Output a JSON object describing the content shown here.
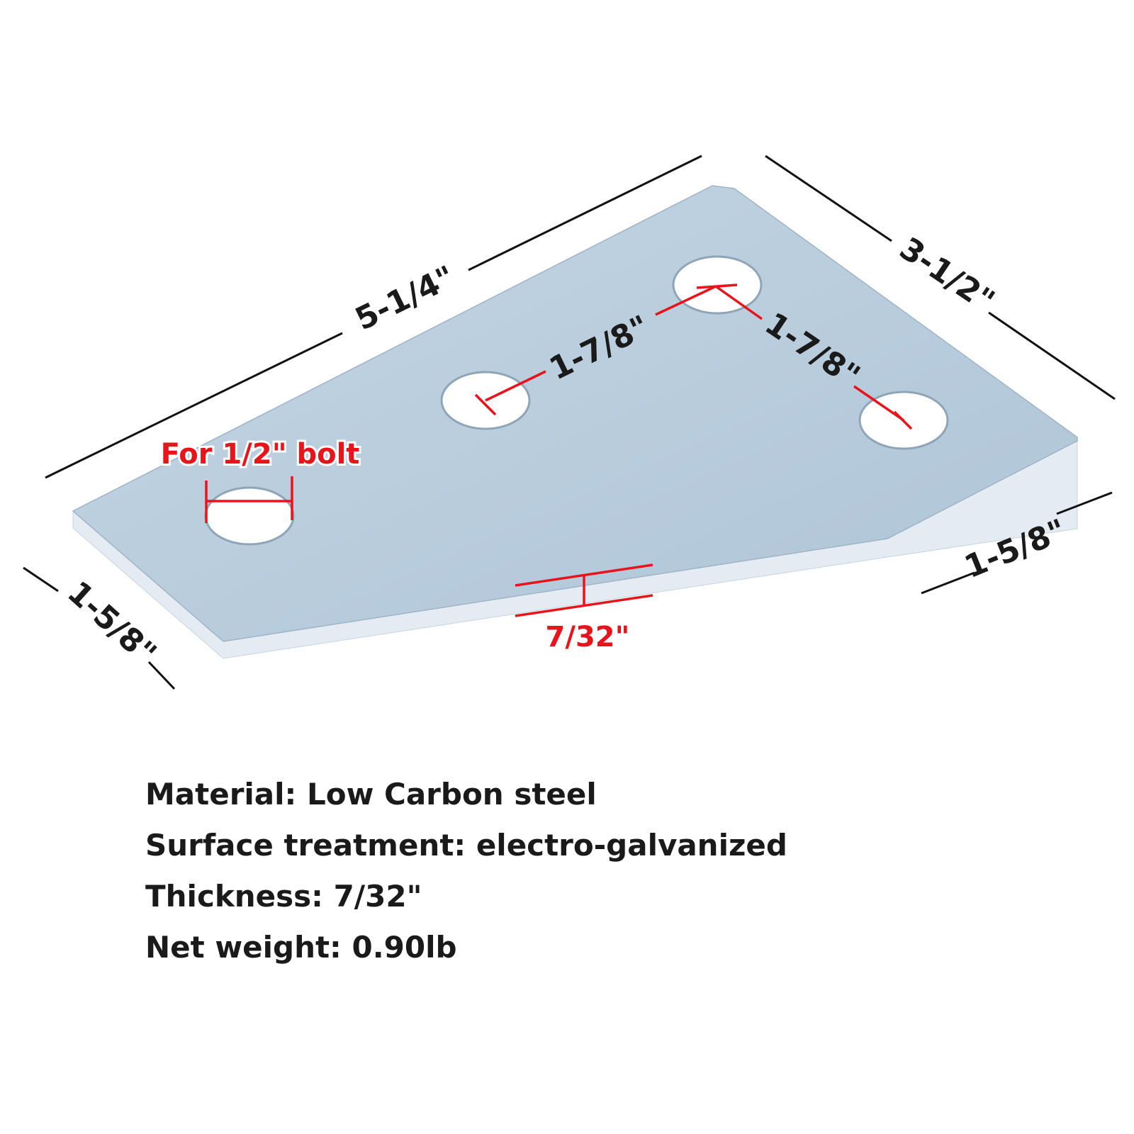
{
  "diagram": {
    "plate_color": "#b9cede",
    "edge_color": "#e4ebf2",
    "accent_color": "#e8141b",
    "line_color": "#111111",
    "labels": {
      "top_length": "5-1/4\"",
      "right_length": "3-1/2\"",
      "left_end": "1-5/8\"",
      "right_end": "1-5/8\"",
      "hole_spacing_a": "1-7/8\"",
      "hole_spacing_b": "1-7/8\"",
      "bolt_size": "For 1/2\" bolt",
      "thickness": "7/32\""
    }
  },
  "specs": [
    "Material: Low Carbon steel",
    "Surface treatment: electro-galvanized",
    "Thickness: 7/32\"",
    "Net weight: 0.90lb"
  ]
}
